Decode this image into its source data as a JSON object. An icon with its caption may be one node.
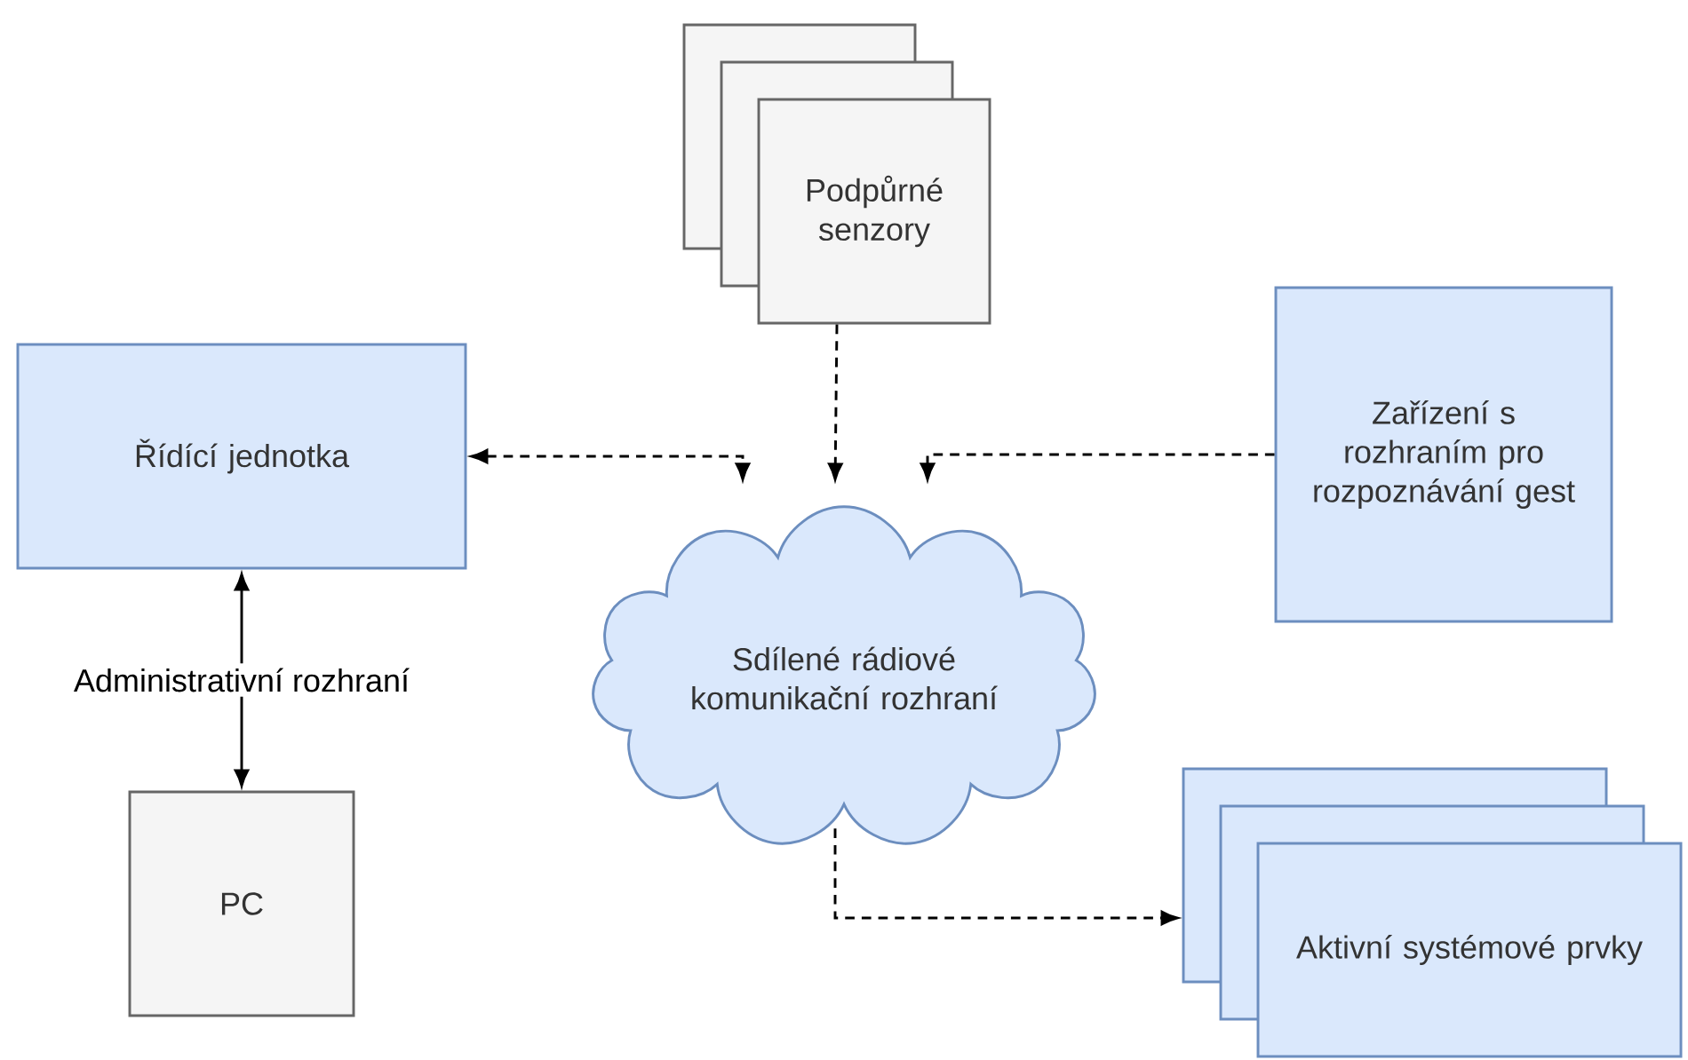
{
  "diagram": {
    "nodes": [
      {
        "text": [
          "Řídící jednotka"
        ]
      },
      {
        "text": [
          "PC"
        ]
      },
      {
        "text": [
          "Podpůrné senzory"
        ]
      },
      {
        "text": [
          "Zařízení s rozhraním pro rozpoznávání gest"
        ]
      },
      {
        "text": [
          "Sdílené rádiové komunikační rozhraní"
        ]
      },
      {
        "text": [
          "Aktivní systémové prvky"
        ]
      }
    ],
    "edges": [
      {
        "from": 0,
        "to": 4,
        "arrow": "both",
        "style": "dashed"
      },
      {
        "from": 0,
        "to": 1,
        "arrow": "both",
        "label": "Administrativní rozhraní"
      },
      {
        "from": 2,
        "to": 4,
        "arrow": "to",
        "style": "dashed"
      },
      {
        "from": 3,
        "to": 4,
        "arrow": "to",
        "style": "dashed"
      },
      {
        "from": 4,
        "to": 5,
        "arrow": "to",
        "style": "dashed"
      }
    ]
  }
}
